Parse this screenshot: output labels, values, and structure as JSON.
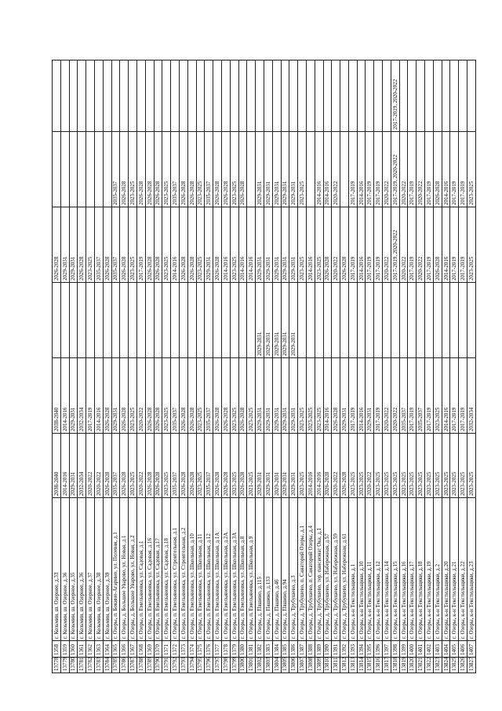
{
  "rows": [
    [
      "13778",
      "1358",
      "г. Козьмин, ш. Озерное, д.33",
      "2038-2040",
      "2038-2040",
      "",
      "2026-2028",
      "",
      ""
    ],
    [
      "13779",
      "1359",
      "г. Козьмин, ш. Озерное, д.36",
      "2014-2016",
      "2014-2016",
      "",
      "2029-2031",
      "",
      ""
    ],
    [
      "13780",
      "1360",
      "г. Козьмин, ш. Озерное, д.35",
      "2029-2031",
      "2029-2031",
      "",
      "2029-2031",
      "",
      ""
    ],
    [
      "13781",
      "1361",
      "г. Козьмин, ш. Озерное, д.36",
      "2032-2034",
      "2032-2034",
      "",
      "2026-2028",
      "",
      ""
    ],
    [
      "13782",
      "1362",
      "г. Козьмин, ш. Озерное, д.37",
      "2020-2022",
      "2017-2019",
      "",
      "2023-2025",
      "",
      ""
    ],
    [
      "13783",
      "1363",
      "г. Козьмин, ш. Озерное, д.38",
      "2020-2022",
      "2014-2016",
      "",
      "2035-2037",
      "",
      ""
    ],
    [
      "13784",
      "1364",
      "г. Козьмин, ш. Озерное, д.39",
      "2026-2028",
      "2026-2028",
      "",
      "2026-2028",
      "",
      ""
    ],
    [
      "13785",
      "1365",
      "г. Озеры, п. Бокино-Агарино, ул. Полевая, д.1",
      "2035-2037",
      "2029-2031",
      "",
      "2035-2037",
      "2035-2037",
      ""
    ],
    [
      "13786",
      "1366",
      "г. Озеры, д. Большое Уварово, ул. Новая, д.1",
      "2026-2028",
      "2026-2028",
      "",
      "2026-2028",
      "2026-2028",
      ""
    ],
    [
      "13787",
      "1367",
      "г. Озеры, д. Большое Уварово, ул. Новая, д.2",
      "2023-2025",
      "2023-2025",
      "",
      "2023-2025",
      "2023-2025",
      ""
    ],
    [
      "13788",
      "1368",
      "г. Озеры, п. Емельяновка, ул. Садовая, д.1",
      "2020-2022",
      "2020-2022",
      "",
      "2017-2019",
      "2026-2028",
      ""
    ],
    [
      "13789",
      "1369",
      "г. Озеры, п. Емельяновка, ул. Садовая, д.16",
      "2026-2028",
      "2026-2028",
      "",
      "2026-2028",
      "2026-2028",
      ""
    ],
    [
      "13790",
      "1370",
      "г. Озеры, п. Емельяновка, ул. Садовая, д.17",
      "2026-2028",
      "2026-2028",
      "",
      "2026-2028",
      "2026-2028",
      ""
    ],
    [
      "13791",
      "1371",
      "г. Озеры, п. Емельяновка, ул. Садовая, д.18",
      "2023-2025",
      "2023-2025",
      "",
      "2023-2025",
      "2023-2025",
      ""
    ],
    [
      "13792",
      "1372",
      "г. Озеры, п. Емельяновка, ул. Строительная, д.1",
      "2035-2037",
      "2035-2037",
      "",
      "2014-2016",
      "2035-2037",
      ""
    ],
    [
      "13793",
      "1373",
      "г. Озеры, п. Емельяновка, ул. Строительная, д.2",
      "2026-2028",
      "2026-2028",
      "",
      "2026-2028",
      "2026-2028",
      ""
    ],
    [
      "13794",
      "1374",
      "г. Озеры, п. Емельяновка, ул. Школьная, д.10",
      "2026-2028",
      "2026-2028",
      "",
      "2026-2028",
      "2026-2028",
      ""
    ],
    [
      "13795",
      "1375",
      "г. Озеры, п. Емельяновка, ул. Школьная, д.11",
      "2023-2025",
      "2023-2025",
      "",
      "2023-2025",
      "2023-2025",
      ""
    ],
    [
      "13796",
      "1376",
      "г. Озеры, п. Емельяновка, ул. Школьная, д.12",
      "2035-2037",
      "2035-2037",
      "",
      "2029-2031",
      "2035-2037",
      ""
    ],
    [
      "13797",
      "1377",
      "г. Озеры, п. Емельяновка, ул. Школьная, д.1А",
      "2026-2028",
      "2026-2028",
      "",
      "2026-2028",
      "2026-2028",
      ""
    ],
    [
      "13798",
      "1378",
      "г. Озеры, п. Емельяновка, ул. Школьная, д.2А",
      "2026-2028",
      "2026-2028",
      "",
      "2014-2016",
      "2026-2028",
      ""
    ],
    [
      "13799",
      "1379",
      "г. Озеры, п. Емельяновка, ул. Школьная, д.3А",
      "2023-2025",
      "2023-2025",
      "",
      "2023-2025",
      "2023-2025",
      ""
    ],
    [
      "13800",
      "1380",
      "г. Озеры, п. Емельяновка, ул. Школьная, д.8",
      "2026-2028",
      "2026-2028",
      "",
      "2014-2016",
      "2026-2028",
      ""
    ],
    [
      "13801",
      "1381",
      "г. Озеры, п. Емельяновка, ул. Школьная, д.9",
      "2021-2025",
      "2023-2025",
      "",
      "2014-2016",
      "",
      ""
    ],
    [
      "13802",
      "1382",
      "г. Озеры, д. Пашино, д.115",
      "2029-2031",
      "2029-2031",
      "2029-2031",
      "2029-2031",
      "2029-2031",
      ""
    ],
    [
      "13803",
      "1383",
      "г. Озеры, д. Пашино, д.133",
      "2029-2031",
      "2029-2031",
      "2029-2031",
      "2029-2031",
      "2029-2031",
      ""
    ],
    [
      "13804",
      "1384",
      "г. Озеры, д. Пашино, д.46",
      "2029-2031",
      "2029-2031",
      "2029-2031",
      "2029-2031",
      "2029-2031",
      ""
    ],
    [
      "13805",
      "1385",
      "г. Озеры, д. Пашино, д.94",
      "2029-2031",
      "2029-2031",
      "2029-2031",
      "2029-2031",
      "2029-2031",
      ""
    ],
    [
      "13806",
      "1386",
      "г. Озеры, д. Трубушево, д.3",
      "2029-2031",
      "2029-2031",
      "2029-2031",
      "2029-2031",
      "2029-2031",
      ""
    ],
    [
      "13807",
      "1387",
      "г. Озеры, д. Трубушево, п. Санаторий Озеры, д.1",
      "2023-2025",
      "2023-2025",
      "",
      "2023-2025",
      "2023-2025",
      ""
    ],
    [
      "13808",
      "1388",
      "г. Озеры, д. Трубушево, п. Санаторий Озеры, д.4",
      "2014-2016",
      "2023-2025",
      "",
      "2014-2016",
      "",
      ""
    ],
    [
      "13809",
      "1389",
      "г. Озеры, д. Трубушево, тер. пансионат Ока, д.1",
      "2014-2016",
      "2023-2025",
      "",
      "2023-2025",
      "2014-2016",
      ""
    ],
    [
      "13810",
      "1390",
      "г. Озеры, д. Трубушево, ул. Набережная, д.57",
      "2026-2028",
      "2014-2016",
      "",
      "2026-2028",
      "2014-2016",
      ""
    ],
    [
      "13811",
      "1391",
      "г. Озеры, д. Трубушево, ул. Набережная, д.59",
      "2020-2022",
      "2026-2028",
      "",
      "2020-2022",
      "2020-2022",
      ""
    ],
    [
      "13812",
      "1392",
      "г. Озеры, д. Трубушево, ул. Набережная, д.61",
      "2026-2028",
      "2029-2031",
      "",
      "2026-2028",
      "",
      ""
    ],
    [
      "13813",
      "1393",
      "г. Озеры, к-н Текстильщики, д.1",
      "2023-2025",
      "2017-2019",
      "",
      "2017-2019",
      "2017-2019",
      ""
    ],
    [
      "13814",
      "1394",
      "г. Озеры, к-н Текстильщики, д.10",
      "2023-2025",
      "2014-2016",
      "",
      "2014-2016",
      "2014-2016",
      ""
    ],
    [
      "13815",
      "1395",
      "г. Озеры, к-н Текстильщики, д.11",
      "2020-2022",
      "2029-2031",
      "",
      "2017-2019",
      "2017-2019",
      ""
    ],
    [
      "13816",
      "1396",
      "г. Озеры, к-н Текстильщики, д.12",
      "2023-2025",
      "2017-2019",
      "",
      "2017-2019",
      "2017-2019",
      ""
    ],
    [
      "13817",
      "1397",
      "г. Озеры, к-н Текстильщики, д.14",
      "2023-2025",
      "2020-2022",
      "",
      "2020-2022",
      "2020-2022",
      ""
    ],
    [
      "13818",
      "1398",
      "г. Озеры, к-н Текстильщики, д.15",
      "2023-2025",
      "2020-2022",
      "",
      "2017-2019, 2020-2022",
      "2017-2019, 2020-2022",
      "2017-2019, 2020-2022"
    ],
    [
      "13819",
      "1399",
      "г. Озеры, к-н Текстильщики, д.16",
      "2023-2025",
      "2035-2037",
      "",
      "2020-2022",
      "2020-2022",
      ""
    ],
    [
      "13820",
      "1400",
      "г. Озеры, к-н Текстильщики, д.17",
      "2023-2025",
      "2017-2019",
      "",
      "2017-2019",
      "2017-2019",
      ""
    ],
    [
      "13821",
      "1401",
      "г. Озеры, к-н Текстильщики, д.18",
      "2023-2025",
      "2035-2037",
      "",
      "2020-2022",
      "2020-2022",
      ""
    ],
    [
      "13822",
      "1402",
      "г. Озеры, к-н Текстильщики, д.19",
      "2023-2025",
      "2017-2019",
      "",
      "2017-2019",
      "2017-2019",
      ""
    ],
    [
      "13823",
      "1403",
      "г. Озеры, к-н Текстильщики, д.2",
      "2023-2025",
      "2023-2025",
      "",
      "2026-2028",
      "2026-2028",
      ""
    ],
    [
      "13824",
      "1404",
      "г. Озеры, к-н Текстильщики, д.20",
      "2023-2025",
      "2014-2016",
      "",
      "2014-2016",
      "2014-2016",
      ""
    ],
    [
      "13825",
      "1405",
      "г. Озеры, к-н Текстильщики, д.21",
      "2023-2025",
      "2017-2019",
      "",
      "2017-2019",
      "2017-2019",
      ""
    ],
    [
      "13826",
      "1406",
      "г. Озеры, к-н Текстильщики, д.22",
      "2023-2025",
      "2017-2019",
      "",
      "2017-2019",
      "2017-2019",
      ""
    ],
    [
      "13827",
      "1407",
      "г. Озеры, к-н Текстильщики, д.23",
      "2023-2025",
      "2032-2034",
      "",
      "2023-2025",
      "2023-2025",
      ""
    ]
  ]
}
